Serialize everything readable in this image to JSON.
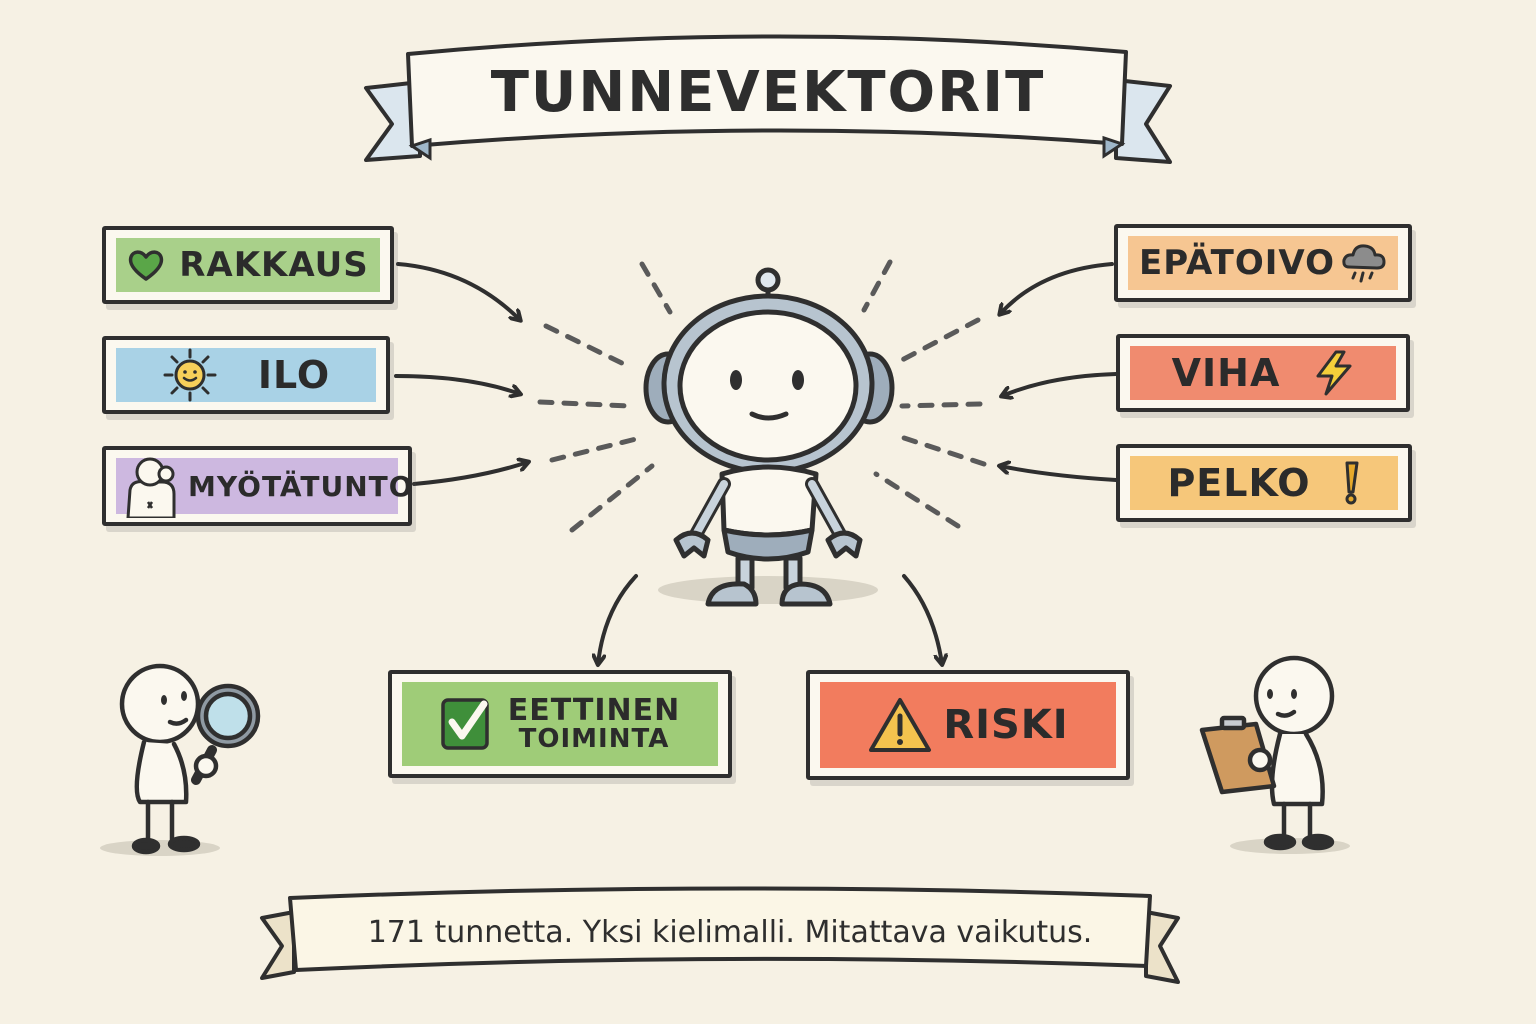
{
  "title": "TUNNEVEKTORIT",
  "emotions_left": [
    {
      "label": "RAKKAUS",
      "icon": "heart-icon",
      "color": "#a9d08a"
    },
    {
      "label": "ILO",
      "icon": "smiling-sun-icon",
      "color": "#a9d2e6"
    },
    {
      "label": "MYÖTÄTUNTO",
      "icon": "hugging-figure-icon",
      "color": "#cdb8e0"
    }
  ],
  "emotions_right": [
    {
      "label": "EPÄTOIVO",
      "icon": "rain-cloud-icon",
      "color": "#f6c692"
    },
    {
      "label": "VIHA",
      "icon": "lightning-bolt-icon",
      "color": "#f08b6f"
    },
    {
      "label": "PELKO",
      "icon": "exclamation-icon",
      "color": "#f6c77a"
    }
  ],
  "center": {
    "figure": "robot"
  },
  "outcomes": [
    {
      "line1": "EETTINEN",
      "line2": "TOIMINTA",
      "icon": "checkbox-check-icon",
      "color": "#9fcc78"
    },
    {
      "label": "RISKI",
      "icon": "warning-triangle-icon",
      "color": "#f27c5e"
    }
  ],
  "characters": [
    {
      "role": "observer-with-magnifier",
      "position": "bottom-left"
    },
    {
      "role": "observer-with-clipboard",
      "position": "bottom-right"
    }
  ],
  "footer": "171 tunnetta. Yksi kielimalli. Mitattava vaikutus."
}
